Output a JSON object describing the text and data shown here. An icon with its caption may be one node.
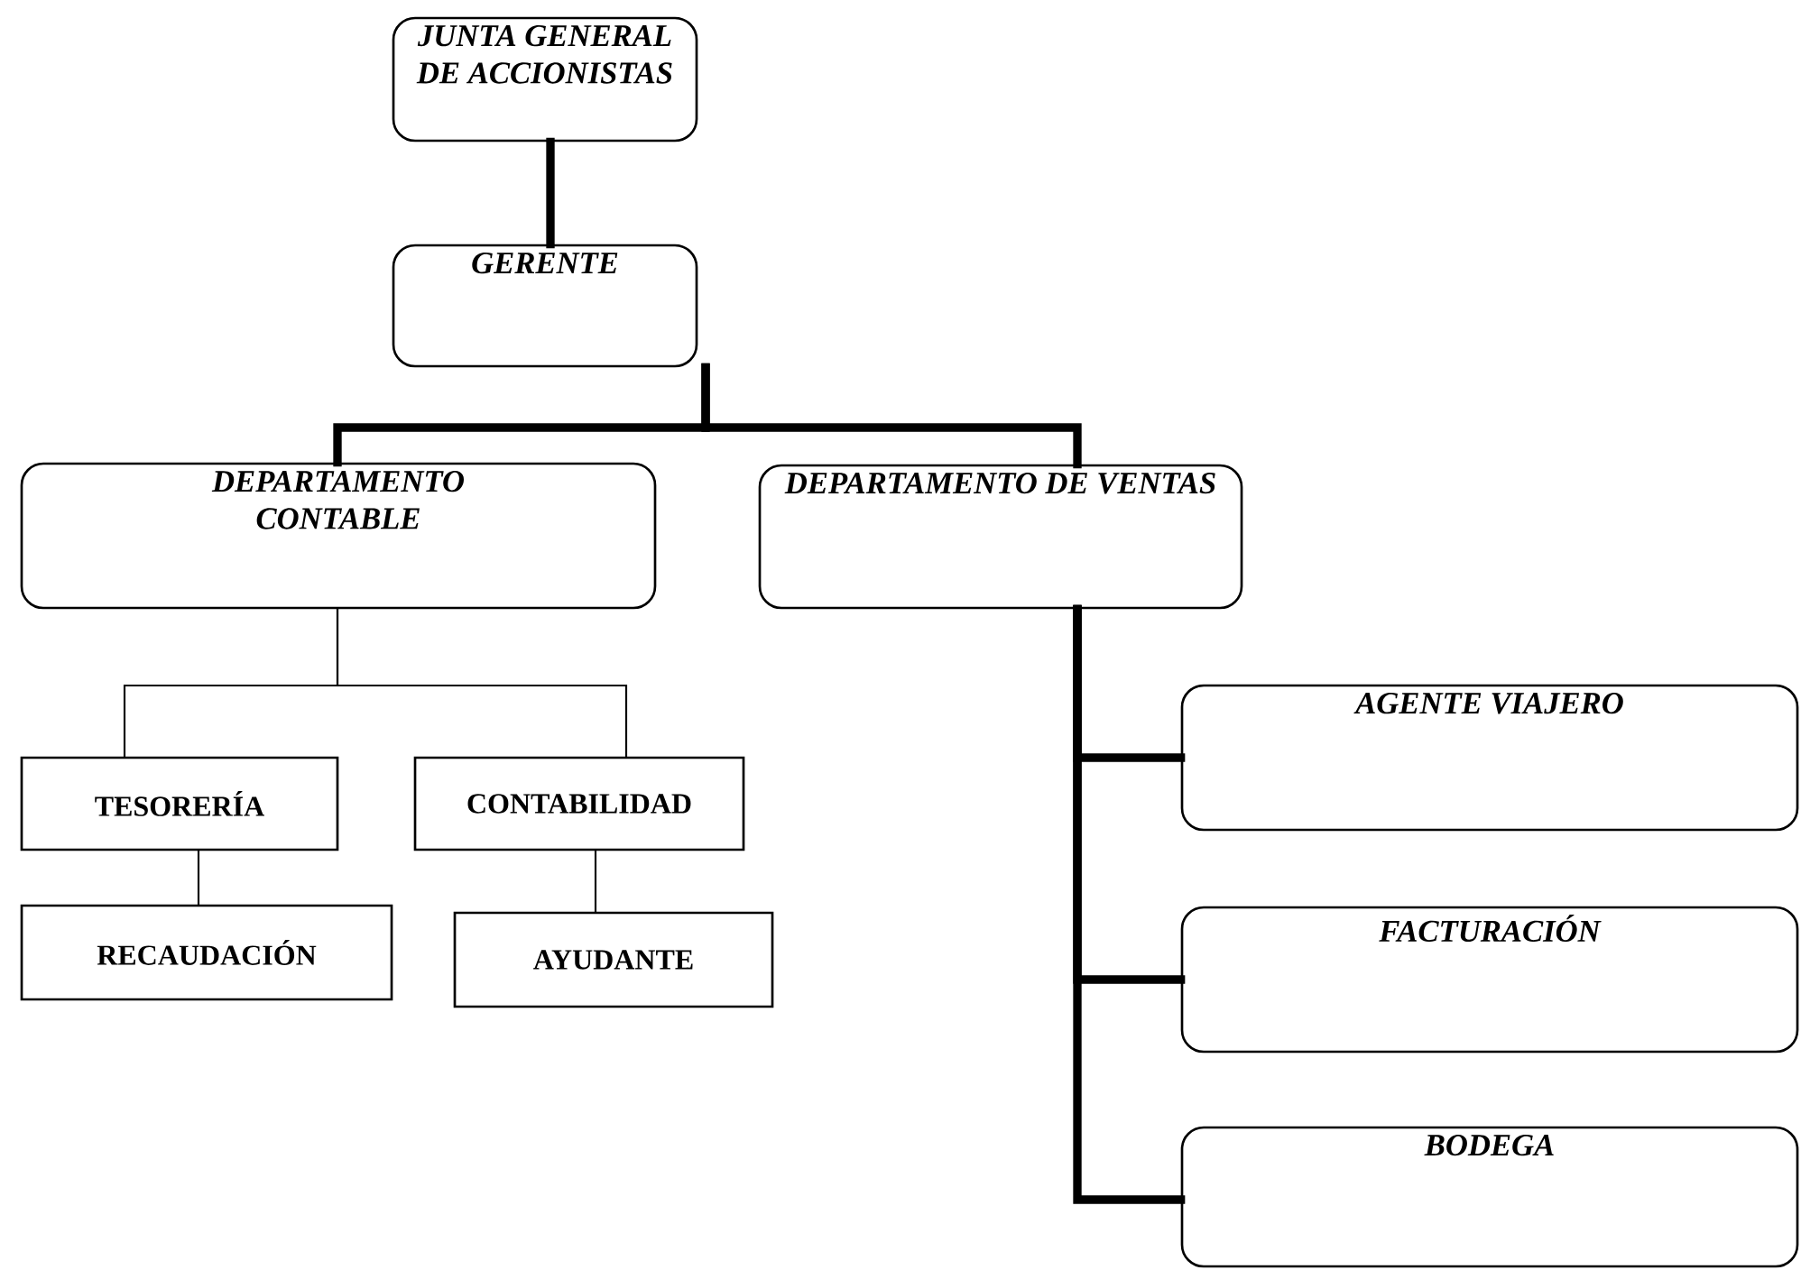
{
  "diagram": {
    "nodes": [
      {
        "text": [
          "JUNTA GENERAL DE ACCIONISTAS"
        ]
      },
      {
        "text": [
          "GERENTE"
        ]
      },
      {
        "text": [
          "DEPARTAMENTO CONTABLE"
        ]
      },
      {
        "text": [
          "DEPARTAMENTO DE VENTAS"
        ]
      },
      {
        "text": [
          "TESORERÍA"
        ]
      },
      {
        "text": [
          "CONTABILIDAD"
        ]
      },
      {
        "text": [
          "RECAUDACIÓN"
        ]
      },
      {
        "text": [
          "AYUDANTE"
        ]
      },
      {
        "text": [
          "AGENTE VIAJERO"
        ]
      },
      {
        "text": [
          "FACTURACIÓN"
        ]
      },
      {
        "text": [
          "BODEGA"
        ]
      }
    ],
    "edges": [
      {
        "from": 0,
        "to": 1,
        "arrow": "none"
      },
      {
        "from": 1,
        "to": 2,
        "arrow": "none"
      },
      {
        "from": 1,
        "to": 3,
        "arrow": "none"
      },
      {
        "from": 2,
        "to": 4,
        "arrow": "none"
      },
      {
        "from": 2,
        "to": 5,
        "arrow": "none"
      },
      {
        "from": 4,
        "to": 6,
        "arrow": "none"
      },
      {
        "from": 5,
        "to": 7,
        "arrow": "none"
      },
      {
        "from": 3,
        "to": 8,
        "arrow": "none"
      },
      {
        "from": 3,
        "to": 9,
        "arrow": "none"
      },
      {
        "from": 3,
        "to": 10,
        "arrow": "none"
      }
    ]
  }
}
